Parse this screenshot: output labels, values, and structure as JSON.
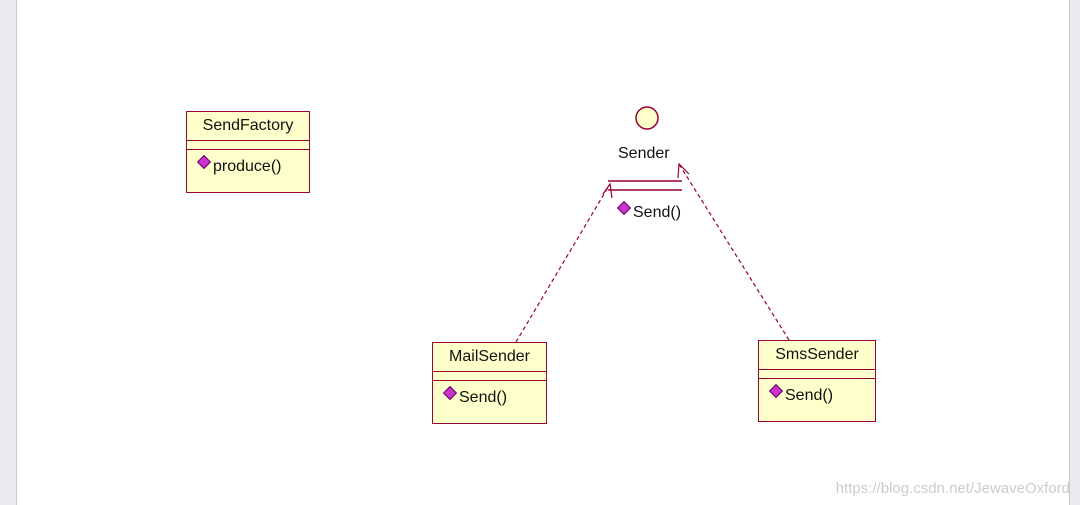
{
  "diagram": {
    "classes": [
      {
        "id": "sendfactory",
        "name": "SendFactory",
        "operations": [
          "produce()"
        ]
      },
      {
        "id": "mailsender",
        "name": "MailSender",
        "operations": [
          "Send()"
        ]
      },
      {
        "id": "smssender",
        "name": "SmsSender",
        "operations": [
          "Send()"
        ]
      }
    ],
    "interface": {
      "name": "Sender",
      "operations": [
        "Send()"
      ]
    },
    "relationships": [
      {
        "type": "realization",
        "from": "MailSender",
        "to": "Sender",
        "style": "dashed"
      },
      {
        "type": "realization",
        "from": "SmsSender",
        "to": "Sender",
        "style": "dashed"
      }
    ]
  },
  "colors": {
    "class_fill": "#ffffcc",
    "class_border": "#990033",
    "operation_icon": "#cc33cc"
  },
  "watermark": "https://blog.csdn.net/JewaveOxford"
}
